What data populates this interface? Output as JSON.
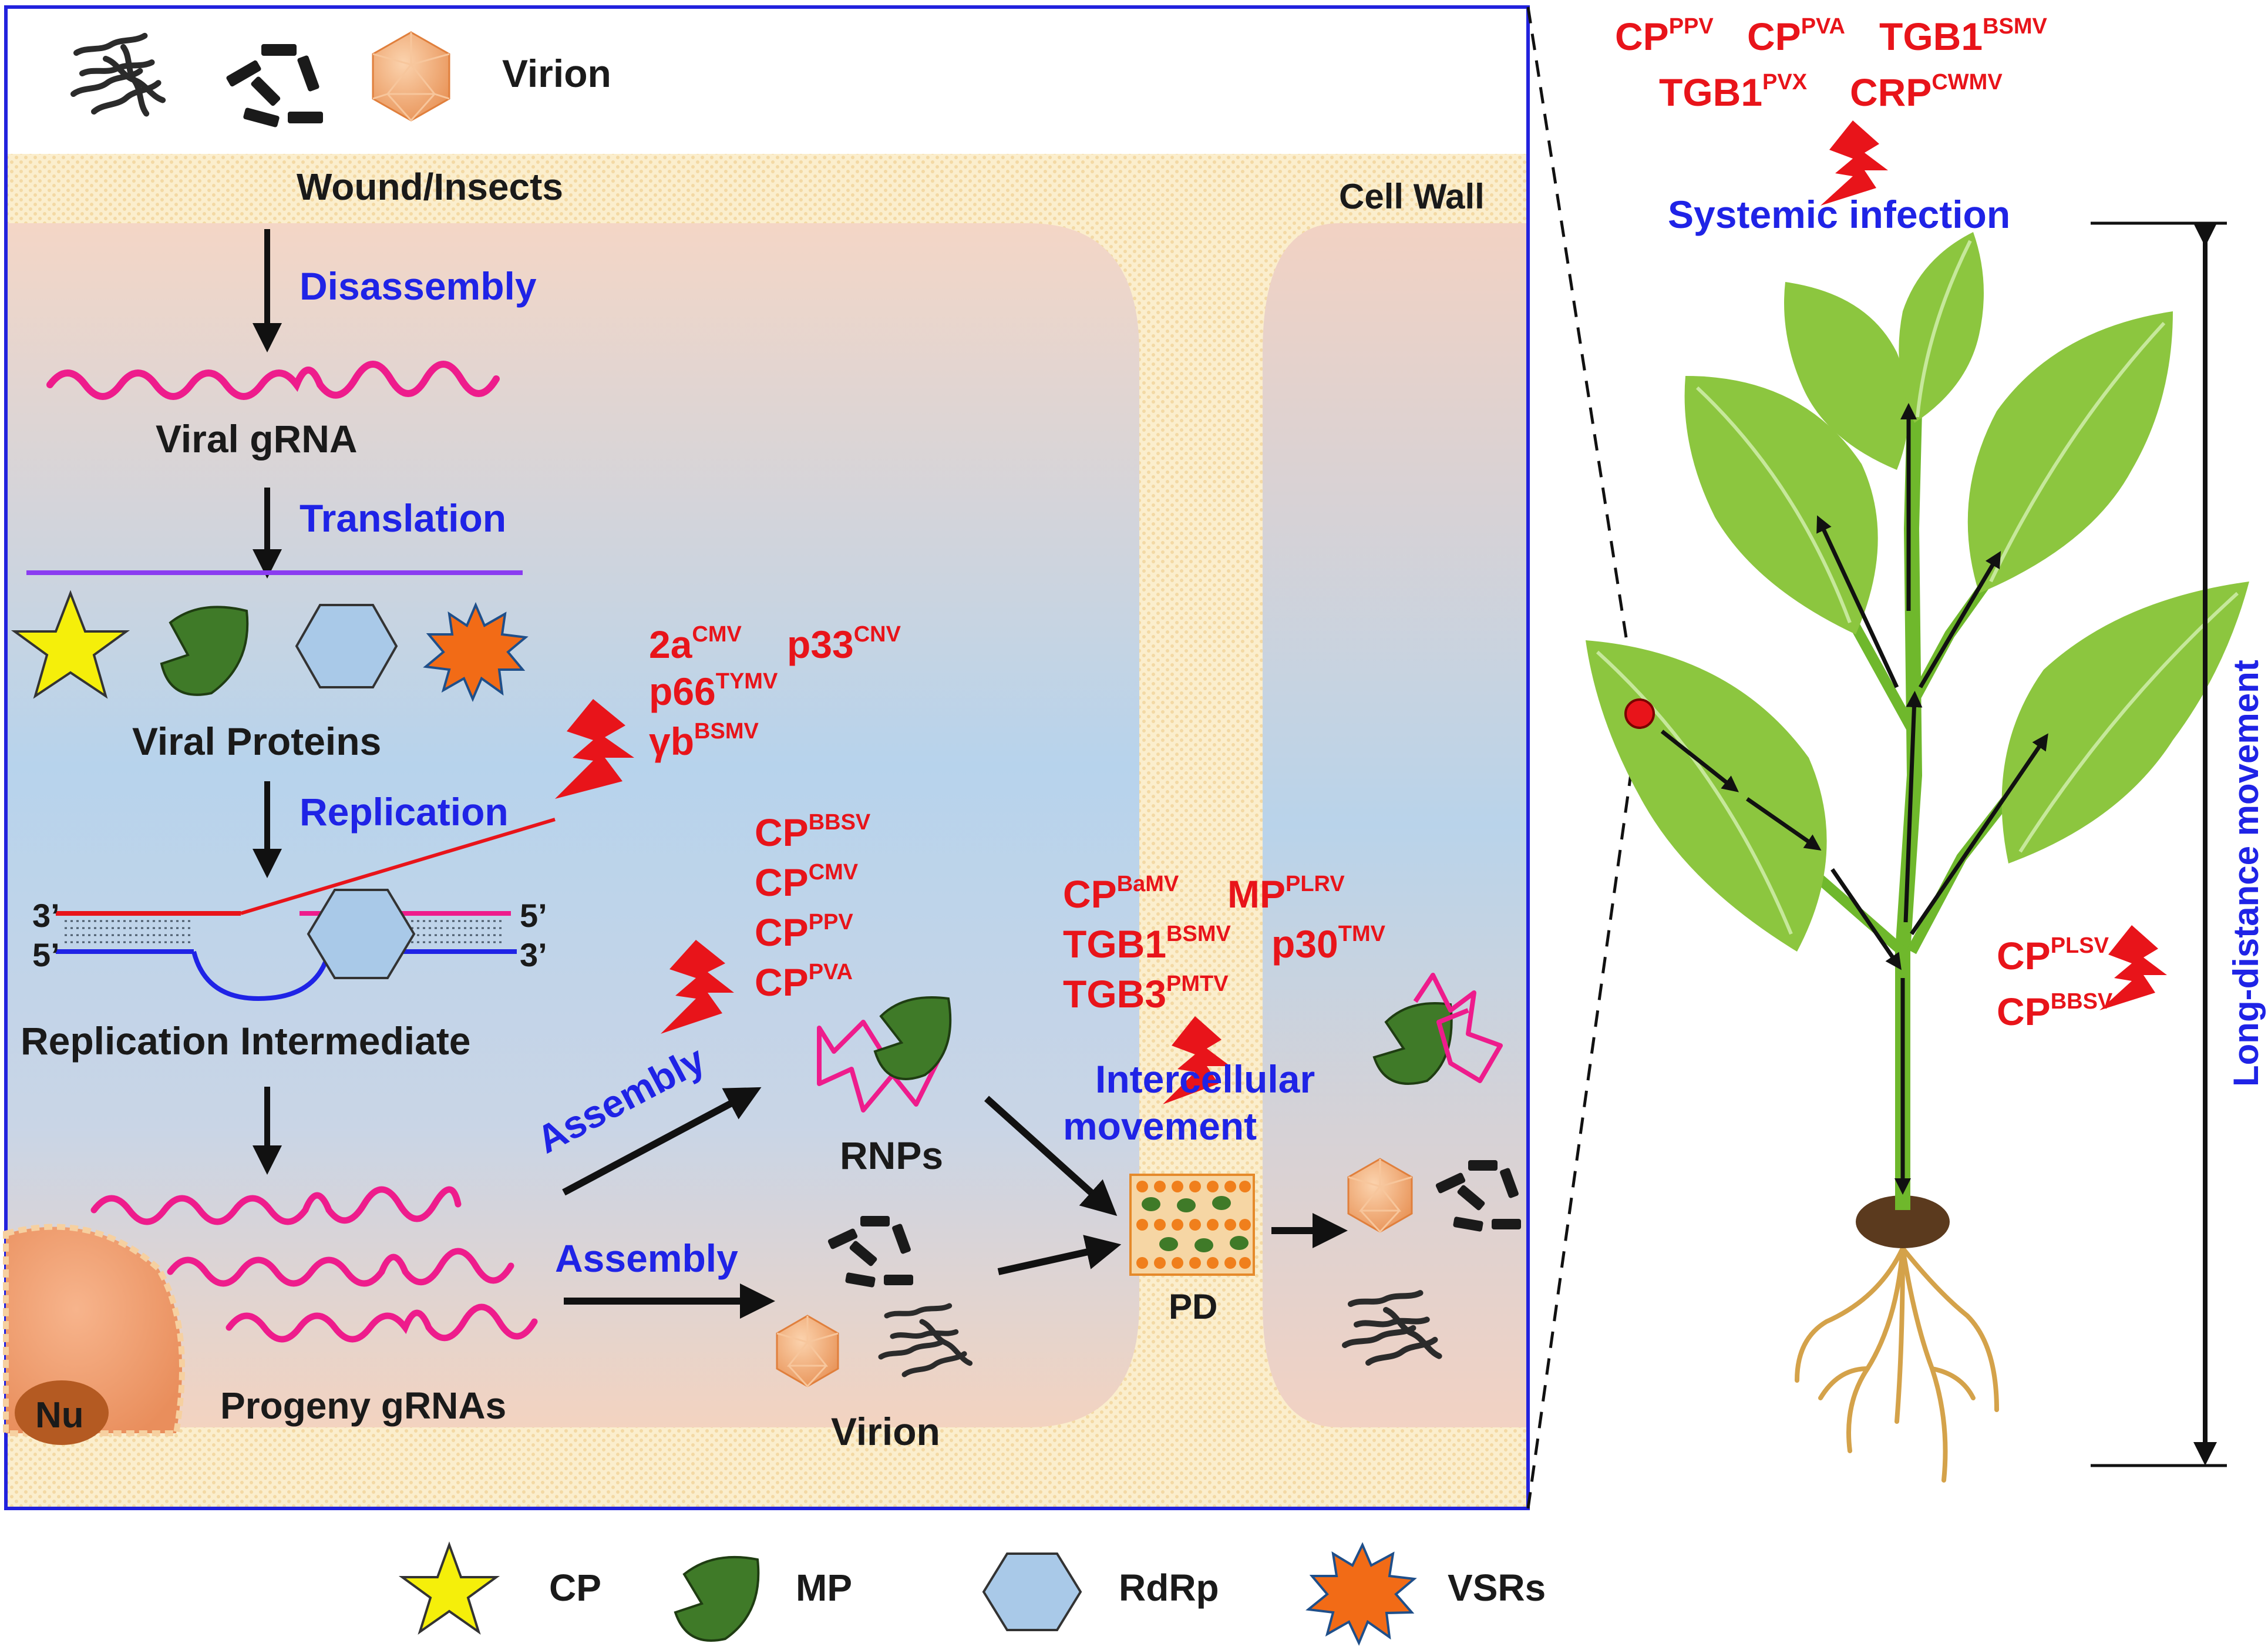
{
  "header": {
    "virion_label": "Virion"
  },
  "cell": {
    "wound_label": "Wound/Insects",
    "cell_wall_label": "Cell Wall",
    "nucleus_label": "Nu"
  },
  "steps": {
    "disassembly": "Disassembly",
    "viral_grna": "Viral gRNA",
    "translation": "Translation",
    "viral_proteins": "Viral Proteins",
    "replication": "Replication",
    "replication_intermediate": "Replication Intermediate",
    "strand_top_left": "3’",
    "strand_top_right": "5’",
    "strand_bottom_left": "5’",
    "strand_bottom_right": "3’",
    "progeny_grnas": "Progeny gRNAs",
    "assembly_rnp": "Assembly",
    "assembly_virion": "Assembly",
    "rnps": "RNPs",
    "virion_bottom": "Virion",
    "pd": "PD",
    "intercellular_1": "Intercellular",
    "intercellular_2": "movement"
  },
  "replication_factors": [
    {
      "base": "2a",
      "sup": "CMV"
    },
    {
      "base": "p33",
      "sup": "CNV"
    },
    {
      "base": "p66",
      "sup": "TYMV"
    },
    {
      "base": "γb",
      "sup": "BSMV"
    }
  ],
  "assembly_factors": [
    {
      "base": "CP",
      "sup": "BBSV"
    },
    {
      "base": "CP",
      "sup": "CMV"
    },
    {
      "base": "CP",
      "sup": "PPV"
    },
    {
      "base": "CP",
      "sup": "PVA"
    }
  ],
  "movement_factors": [
    {
      "base": "CP",
      "sup": "BaMV"
    },
    {
      "base": "MP",
      "sup": "PLRV"
    },
    {
      "base": "TGB1",
      "sup": "BSMV"
    },
    {
      "base": "p30",
      "sup": "TMV"
    },
    {
      "base": "TGB3",
      "sup": "PMTV"
    }
  ],
  "systemic_factors": [
    {
      "base": "CP",
      "sup": "PPV"
    },
    {
      "base": "CP",
      "sup": "PVA"
    },
    {
      "base": "TGB1",
      "sup": "BSMV"
    },
    {
      "base": "TGB1",
      "sup": "PVX"
    },
    {
      "base": "CRP",
      "sup": "CWMV"
    }
  ],
  "long_distance_factors": [
    {
      "base": "CP",
      "sup": "PLSV"
    },
    {
      "base": "CP",
      "sup": "BBSV"
    }
  ],
  "plant": {
    "systemic_infection": "Systemic infection",
    "long_distance": "Long-distance movement"
  },
  "legend": [
    {
      "label": "CP",
      "icon": "star-icon"
    },
    {
      "label": "MP",
      "icon": "mp-leaf-icon"
    },
    {
      "label": "RdRp",
      "icon": "hexagon-icon"
    },
    {
      "label": "VSRs",
      "icon": "burst-icon"
    }
  ],
  "colors": {
    "frame": "#2222dd",
    "process_text": "#1f23e6",
    "factor_text": "#e8141a",
    "rna": "#ee1c8c",
    "cp_star": "#f5ef0a",
    "mp_green": "#3f7a28",
    "rdrp": "#a9c9e8",
    "vsr": "#f26b16",
    "leaf": "#8cc63f"
  }
}
